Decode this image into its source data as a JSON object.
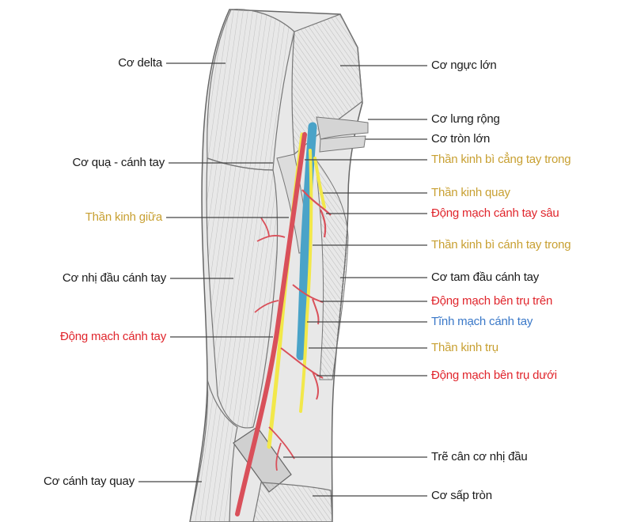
{
  "colors": {
    "black": "#1a1a1a",
    "nerve": "#c8a032",
    "artery": "#e0252c",
    "vein": "#3a78c8",
    "muscle_fill": "#e6e6e6",
    "muscle_stroke": "#777777",
    "nerve_fill": "#f2e84a",
    "artery_fill": "#d9505a",
    "vein_fill": "#4aa3c8"
  },
  "labels_left": [
    {
      "text": "Cơ delta",
      "kind": "muscle"
    },
    {
      "text": "Cơ quạ - cánh tay",
      "kind": "muscle"
    },
    {
      "text": "Thần kinh giữa",
      "kind": "nerve"
    },
    {
      "text": "Cơ nhị đầu cánh tay",
      "kind": "muscle"
    },
    {
      "text": "Động mạch cánh tay",
      "kind": "artery"
    },
    {
      "text": "Cơ cánh tay quay",
      "kind": "muscle"
    }
  ],
  "labels_right": [
    {
      "text": "Cơ ngực lớn",
      "kind": "muscle"
    },
    {
      "text": "Cơ lưng rộng",
      "kind": "muscle"
    },
    {
      "text": "Cơ tròn lớn",
      "kind": "muscle"
    },
    {
      "text": "Thần kinh bì cẳng tay trong",
      "kind": "nerve"
    },
    {
      "text": "Thần kinh quay",
      "kind": "nerve"
    },
    {
      "text": "Động mạch cánh tay sâu",
      "kind": "artery"
    },
    {
      "text": "Thần kinh bì cánh tay trong",
      "kind": "nerve"
    },
    {
      "text": "Cơ tam đầu cánh tay",
      "kind": "muscle"
    },
    {
      "text": "Động mạch bên trụ trên",
      "kind": "artery"
    },
    {
      "text": "Tĩnh mạch cánh tay",
      "kind": "vein"
    },
    {
      "text": "Thần kinh trụ",
      "kind": "nerve"
    },
    {
      "text": "Động mạch bên trụ dưới",
      "kind": "artery"
    },
    {
      "text": "Trẽ cân cơ nhị đầu",
      "kind": "muscle"
    },
    {
      "text": "Cơ sấp tròn",
      "kind": "muscle"
    }
  ]
}
